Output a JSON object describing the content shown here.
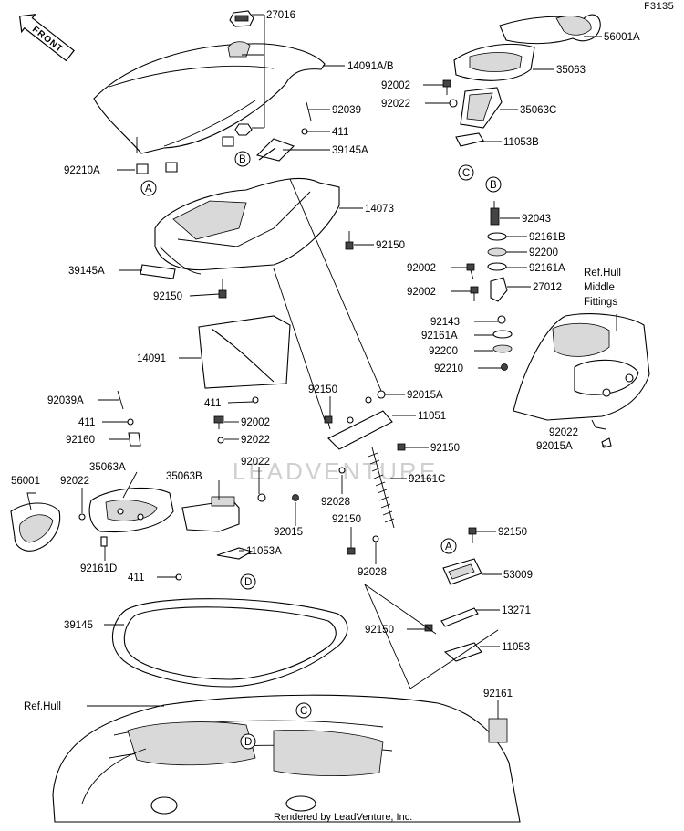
{
  "diagram_code": "F3135",
  "front_label": "FRONT",
  "watermark": "LEADVENTURE",
  "footer": "Rendered by LeadVenture, Inc.",
  "ref_hull": "Ref.Hull",
  "ref_hull_middle": [
    "Ref.Hull",
    "Middle",
    "Fittings"
  ],
  "callouts": {
    "A": "A",
    "B": "B",
    "C": "C",
    "D": "D"
  },
  "part_numbers": {
    "p27016": "27016",
    "p14091AB": "14091A/B",
    "p92039": "92039",
    "p411a": "411",
    "p39145A_top": "39145A",
    "p92210A": "92210A",
    "p14073": "14073",
    "p92150_a": "92150",
    "p39145A": "39145A",
    "p92150_b": "92150",
    "p14091": "14091",
    "p411b": "411",
    "p92039A": "92039A",
    "p411c": "411",
    "p92160": "92160",
    "p92002_a": "92002",
    "p92022_a": "92022",
    "p35063A": "35063A",
    "p35063B": "35063B",
    "p92022_b": "92022",
    "p56001": "56001",
    "p92022_c": "92022",
    "p92015": "92015",
    "p92161D": "92161D",
    "p11053A": "11053A",
    "p411d": "411",
    "p56001A": "56001A",
    "p35063": "35063",
    "p92002_b": "92002",
    "p92022_d": "92022",
    "p35063C": "35063C",
    "p11053B": "11053B",
    "p92043": "92043",
    "p92161B": "92161B",
    "p92200_a": "92200",
    "p92002_c": "92002",
    "p92161A_a": "92161A",
    "p92002_d": "92002",
    "p27012": "27012",
    "p92143": "92143",
    "p92161A_b": "92161A",
    "p92200_b": "92200",
    "p92210": "92210",
    "p92022_e": "92022",
    "p92015A_b": "92015A",
    "p92150_c": "92150",
    "p92015A_a": "92015A",
    "p11051": "11051",
    "p92150_d": "92150",
    "p92161C": "92161C",
    "p92028_a": "92028",
    "p92150_e": "92150",
    "p92028_b": "92028",
    "p92150_f": "92150",
    "p53009": "53009",
    "p13271": "13271",
    "p92150_g": "92150",
    "p11053": "11053",
    "p39145": "39145",
    "p92161": "92161"
  }
}
